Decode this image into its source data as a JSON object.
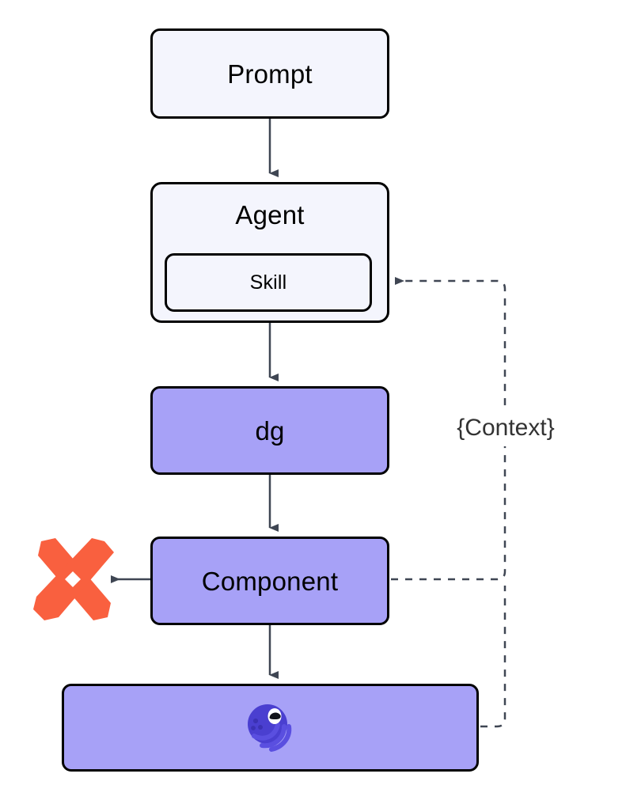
{
  "diagram": {
    "title": "Agent skill to component pipeline flow",
    "type": "flowchart",
    "direction": "top-to-bottom",
    "nodes": [
      {
        "id": "prompt",
        "label": "Prompt",
        "fill": "#f4f5fd",
        "stroke": "#000000",
        "shape": "rounded-rect"
      },
      {
        "id": "agent",
        "label": "Agent",
        "fill": "#f4f5fd",
        "stroke": "#000000",
        "shape": "rounded-rect"
      },
      {
        "id": "skill",
        "label": "Skill",
        "fill": "#f4f5fd",
        "stroke": "#000000",
        "shape": "rounded-rect",
        "parent": "agent"
      },
      {
        "id": "dg",
        "label": "dg",
        "fill": "#a7a1f7",
        "stroke": "#000000",
        "shape": "rounded-rect"
      },
      {
        "id": "component",
        "label": "Component",
        "fill": "#a7a1f7",
        "stroke": "#000000",
        "shape": "rounded-rect"
      },
      {
        "id": "output",
        "label": "",
        "fill": "#a7a1f7",
        "stroke": "#000000",
        "shape": "rounded-rect",
        "icon": "dagster-octopus-icon"
      }
    ],
    "edges": [
      {
        "from": "prompt",
        "to": "agent",
        "style": "solid",
        "arrow": "down",
        "label": ""
      },
      {
        "from": "agent",
        "to": "dg",
        "style": "solid",
        "arrow": "down",
        "label": ""
      },
      {
        "from": "dg",
        "to": "component",
        "style": "solid",
        "arrow": "down",
        "label": ""
      },
      {
        "from": "component",
        "to": "output",
        "style": "solid",
        "arrow": "down",
        "label": ""
      },
      {
        "from": "component",
        "to": "x-mark",
        "style": "solid",
        "arrow": "left",
        "label": ""
      },
      {
        "from": "component",
        "to": "skill",
        "style": "dashed",
        "arrow": "left",
        "label": "{Context}"
      },
      {
        "from": "output",
        "to": "skill",
        "style": "dashed",
        "arrow": "left",
        "label": "{Context}"
      }
    ],
    "context_label": "{Context}",
    "icons": {
      "x_mark": {
        "name": "x-mark-icon",
        "color": "#f9603f"
      },
      "octopus": {
        "name": "dagster-octopus-icon",
        "body_color": "#4a3fd0",
        "tentacle_color": "#5a4fe0",
        "eye_color": "#ffffff",
        "pupil_color": "#12131a"
      }
    },
    "colors": {
      "node_light_fill": "#f4f5fd",
      "node_purple_fill": "#a7a1f7",
      "node_stroke": "#000000",
      "edge_color": "#3f4653",
      "label_color": "#333333",
      "background": "#ffffff"
    }
  }
}
